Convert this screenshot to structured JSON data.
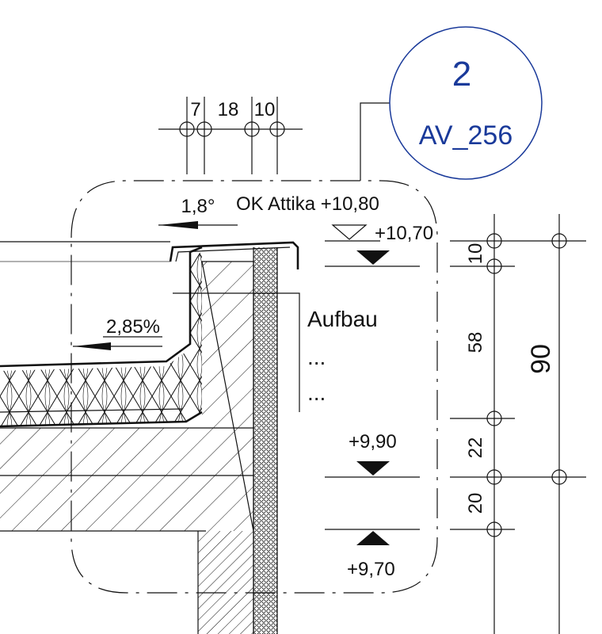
{
  "callout": {
    "number": "2",
    "reference": "AV_256",
    "color": "#1a3a9a"
  },
  "top_dims": {
    "d1": "7",
    "d2": "18",
    "d3": "10"
  },
  "slope_roof": "1,8°",
  "slope_flat": "2,85%",
  "parapet_label": "OK Attika +10,80",
  "elevations": {
    "top": "+10,70",
    "mid": "+9,90",
    "low": "+9,70"
  },
  "build_up": {
    "title": "Aufbau",
    "line1": "...",
    "line2": "..."
  },
  "right_dims": {
    "d10": "10",
    "d58": "58",
    "d22": "22",
    "d20": "20",
    "total": "90"
  }
}
